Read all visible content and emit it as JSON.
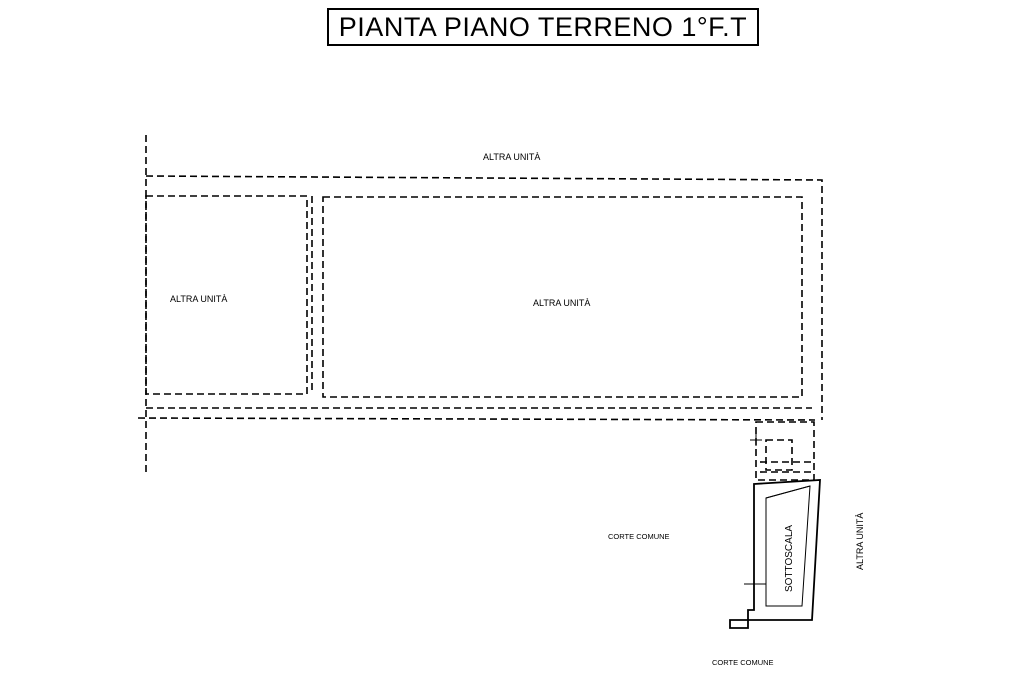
{
  "title": "PIANTA PIANO TERRENO 1°F.T",
  "labels": {
    "top_unit": "ALTRA UNITÀ",
    "left_room": "ALTRA UNITÀ",
    "center_room": "ALTRA UNITÀ",
    "right_unit": "ALTRA UNITÀ",
    "sottoscala": "SOTTOSCALA",
    "corte_comune_left": "CORTE COMUNE",
    "corte_comune_bottom": "CORTE COMUNE"
  },
  "colors": {
    "line": "#000000",
    "background": "#ffffff"
  }
}
